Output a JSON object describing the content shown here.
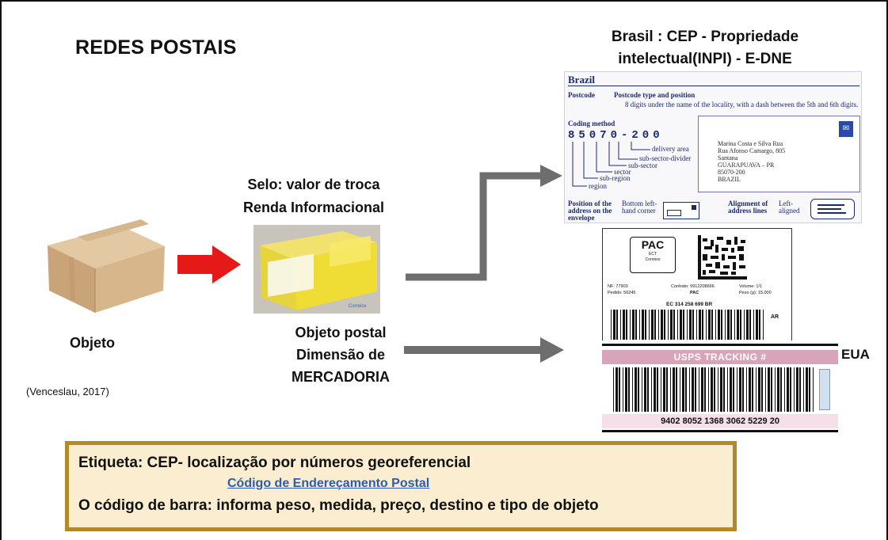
{
  "slide": {
    "title": "REDES POSTAIS",
    "brasil_title": "Brasil : CEP - Propriedade intelectual(INPI) - E-DNE",
    "selo_line1": "Selo: valor de troca",
    "selo_line2": "Renda Informacional",
    "objeto_label": "Objeto",
    "citation": "(Venceslau, 2017)",
    "postal_line1": "Objeto postal",
    "postal_line2": "Dimensão de",
    "postal_line3": "MERCADORIA",
    "eua_label": "EUA"
  },
  "infobox": {
    "line1": "Etiqueta: CEP- localização por números georeferencial",
    "link": "Código de Endereçamento Postal",
    "line3": "O código de barra: informa peso, medida, preço, destino e tipo de objeto"
  },
  "brazil_card": {
    "country": "Brazil",
    "postcode_label": "Postcode",
    "postcode_heading": "Postcode type and position",
    "postcode_desc": "8 digits under the name of the locality, with a dash between the 5th and 6th digits.",
    "coding_method": "Coding method",
    "code": "85070-200",
    "delivery_area": "delivery area",
    "sub_sector_divider": "sub-sector-divider",
    "sub_sector": "sub-sector",
    "sector": "sector",
    "sub_region": "sub-region",
    "region": "region",
    "address": "Marina Costa e Silva Rua\nRua Afonso Camargo, 805\nSantana\nGUARAPUAVA – PR\n85070-200\nBRAZIL",
    "position_label": "Position of the address on the envelope",
    "position_value": "Bottom left-hand corner",
    "alignment_label": "Alignment of address lines",
    "alignment_value": "Left-aligned"
  },
  "pac_label": {
    "pac": "PAC",
    "ect": "ECT",
    "correios": "Correios",
    "nf": "NF: 77903",
    "pedido": "Pedido: 56245",
    "contrato": "Contrato: 9912208666",
    "pac_small": "PAC",
    "volume": "Volume: 1/1",
    "peso": "Peso (g): 15.000",
    "tracking": "EC 314 258 699 BR",
    "ar": "AR"
  },
  "usps_label": {
    "title": "USPS TRACKING #",
    "number": "9402 8052 1368 3062 5229 20"
  },
  "colors": {
    "red_arrow": "#e61919",
    "grey_arrow": "#6e6e6e",
    "box_border": "#b38a2a",
    "box_fill": "#fbeed0",
    "link": "#2a5db0"
  }
}
